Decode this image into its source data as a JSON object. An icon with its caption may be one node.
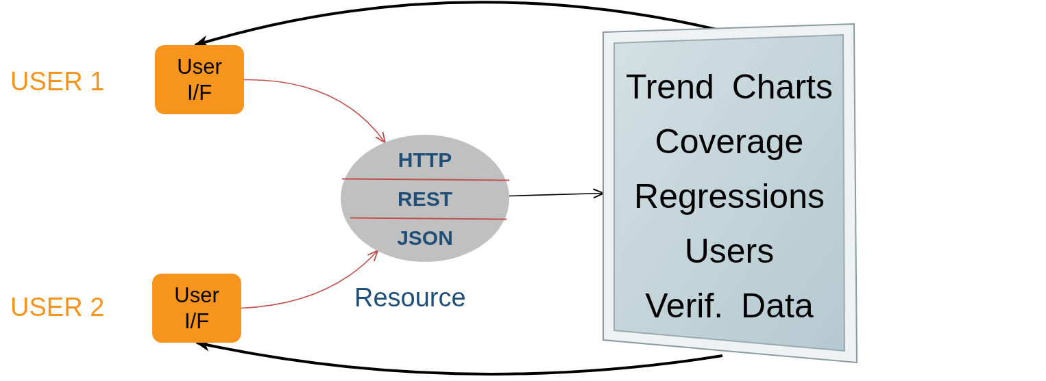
{
  "diagram": {
    "nodes": [
      {
        "text": [
          "User I/F"
        ],
        "beside": [
          "USER 1"
        ]
      },
      {
        "text": [
          "User I/F"
        ],
        "beside": [
          "USER 2"
        ]
      },
      {
        "text": [
          "HTTP",
          "REST",
          "JSON"
        ],
        "beside": [
          "Resource"
        ]
      },
      {
        "text": [
          "Trend Charts",
          "Coverage",
          "Regressions",
          "Users",
          "Verif. Data"
        ]
      }
    ],
    "edges": [
      {
        "from": 0,
        "to": 2,
        "arrow": "to",
        "color": "#c0504d"
      },
      {
        "from": 1,
        "to": 2,
        "arrow": "to",
        "color": "#c0504d"
      },
      {
        "from": 2,
        "to": 3,
        "arrow": "to"
      },
      {
        "from": 3,
        "to": 0,
        "arrow": "to",
        "style": "thick"
      },
      {
        "from": 3,
        "to": 1,
        "arrow": "to",
        "style": "thick"
      }
    ]
  }
}
